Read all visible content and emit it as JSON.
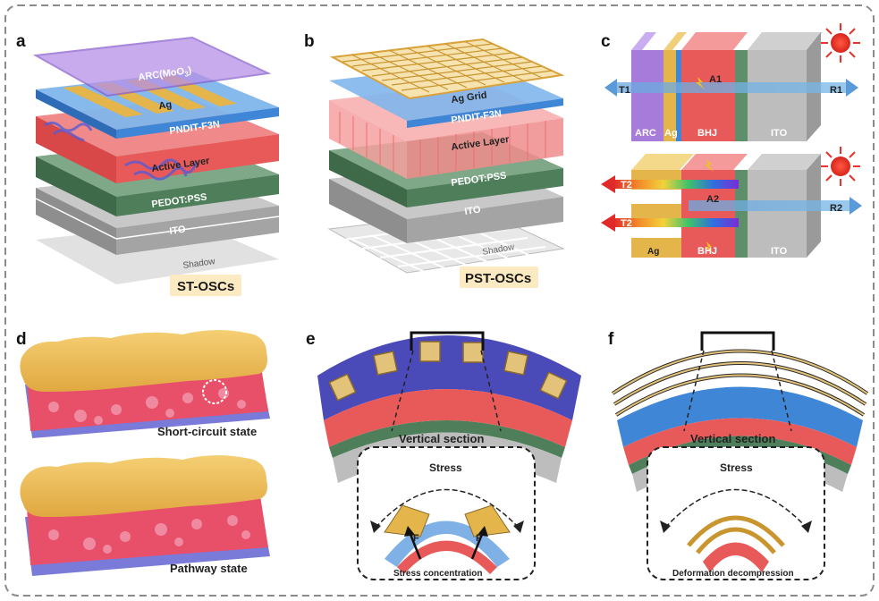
{
  "panels": {
    "a": {
      "label": "a",
      "layers": {
        "arc": "ARC(MoO",
        "arc_sub": "3",
        "arc_close": ")",
        "ag": "Ag",
        "pndit": "PNDIT-F3N",
        "active": "Active Layer",
        "pedot": "PEDOT:PSS",
        "ito": "ITO",
        "shadow": "Shadow"
      },
      "tag": "ST-OSCs"
    },
    "b": {
      "label": "b",
      "layers": {
        "grid": "Ag Grid",
        "pndit": "PNDIT-F3N",
        "active": "Active Layer",
        "pedot": "PEDOT:PSS",
        "ito": "ITO",
        "shadow": "Shadow"
      },
      "tag": "PST-OSCs"
    },
    "c": {
      "label": "c",
      "top": {
        "t1": "T1",
        "a1": "A1",
        "r1": "R1",
        "arc": "ARC",
        "ag": "Ag",
        "bhj": "BHJ",
        "ito": "ITO"
      },
      "bottom": {
        "t2a": "T2",
        "t2b": "T2",
        "a2": "A2",
        "r2": "R2",
        "ag": "Ag",
        "bhj": "BHJ",
        "ito": "ITO"
      }
    },
    "d": {
      "label": "d",
      "state1": "Short-circuit state",
      "state2": "Pathway state"
    },
    "e": {
      "label": "e",
      "section": "Vertical section",
      "stress": "Stress",
      "force_left": "F",
      "force_right": "F",
      "caption": "Stress concentration"
    },
    "f": {
      "label": "f",
      "section": "Vertical section",
      "stress": "Stress",
      "caption": "Deformation decompression"
    }
  },
  "colors": {
    "active": "#e85a5a",
    "pedot": "#4f7f5a",
    "ito": "#9a9a9a",
    "pndit": "#3f86d6",
    "arc": "#a77bd9",
    "ag": "#e3b54a",
    "tag_bg": "#fbeac2",
    "sun": "#e8322a"
  }
}
